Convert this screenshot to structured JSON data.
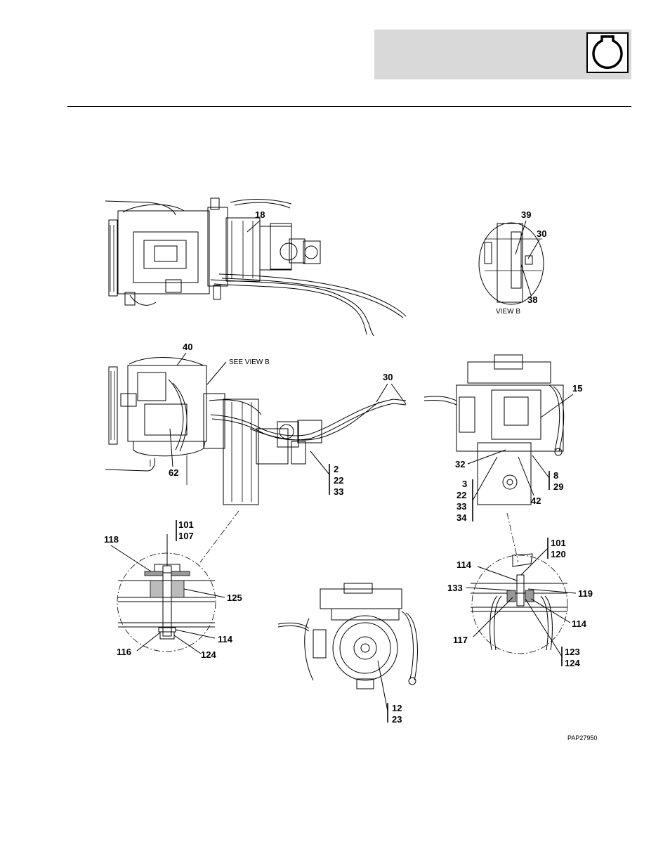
{
  "header": {
    "icon": "engine-icon"
  },
  "callouts": {
    "top_18": "18",
    "viewb_39": "39",
    "viewb_30": "30",
    "viewb_38": "38",
    "viewb_title": "VIEW B",
    "side_40": "40",
    "see_view_b": "SEE VIEW B",
    "side_30": "30",
    "side_62": "62",
    "side_group": [
      "2",
      "22",
      "33"
    ],
    "rear_15": "15",
    "rear_32": "32",
    "rear_8_29": [
      "8",
      "29"
    ],
    "rear_group": [
      "3",
      "22",
      "33",
      "34"
    ],
    "rear_42": "42",
    "detl_118": "118",
    "detl_101_107": [
      "101",
      "107"
    ],
    "detl_125": "125",
    "detl_116": "116",
    "detl_114": "114",
    "detl_124": "124",
    "front_12_23": [
      "12",
      "23"
    ],
    "detr_101_120": [
      "101",
      "120"
    ],
    "detr_114a": "114",
    "detr_133": "133",
    "detr_119": "119",
    "detr_114b": "114",
    "detr_117": "117",
    "detr_123_124": [
      "123",
      "124"
    ]
  },
  "figure_id": "PAP27950"
}
